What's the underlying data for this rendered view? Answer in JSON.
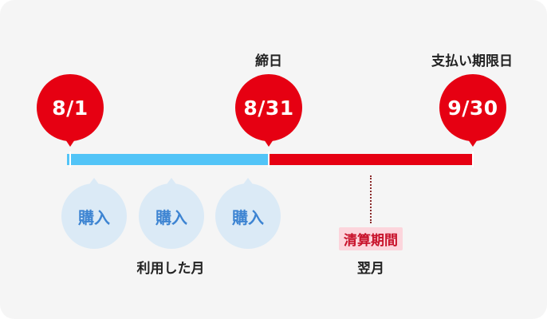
{
  "labels": {
    "closing_day": "締日",
    "payment_deadline": "支払い期限日",
    "used_month": "利用した月",
    "next_month": "翌月",
    "settlement_period": "清算期間"
  },
  "dates": {
    "start": "8/1",
    "closing": "8/31",
    "payment": "9/30"
  },
  "purchases": [
    "購入",
    "購入",
    "購入"
  ],
  "colors": {
    "date_pin": "#e60012",
    "usage_bar": "#52c4f7",
    "settlement_bar": "#e60012",
    "purchase_bubble": "#dbeaf6",
    "purchase_text": "#3d84d2",
    "highlight_bg": "#fcd5dc",
    "highlight_text": "#c8122b"
  }
}
